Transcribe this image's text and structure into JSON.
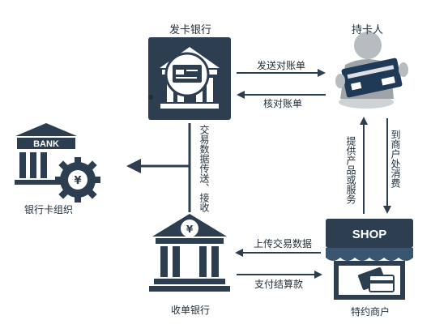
{
  "nodes": {
    "issuer": {
      "label": "发卡银行"
    },
    "cardholder": {
      "label": "持卡人"
    },
    "bank_org": {
      "label": "银行卡组织",
      "logo_text": "BANK"
    },
    "acquirer": {
      "label": "收单银行"
    },
    "merchant": {
      "label": "特约商户",
      "sign_text": "SHOP"
    }
  },
  "flows": {
    "send_statement": "发送对账单",
    "verify_statement": "核对账单",
    "transaction_data": "交易数据传送、接收",
    "provide_goods": "提供产品或服务",
    "go_to_merchant": "到商户处消费",
    "upload_transaction": "上传交易数据",
    "settlement": "支付结算款"
  },
  "colors": {
    "primary": "#2c3e50",
    "arrow": "#2c3e50",
    "card": "#1f3a56",
    "awning": "#3a556f"
  },
  "icons": [
    "bank-building-icon",
    "credit-card-icon",
    "gear-yuan-icon",
    "person-with-card-icon",
    "shop-icon"
  ]
}
